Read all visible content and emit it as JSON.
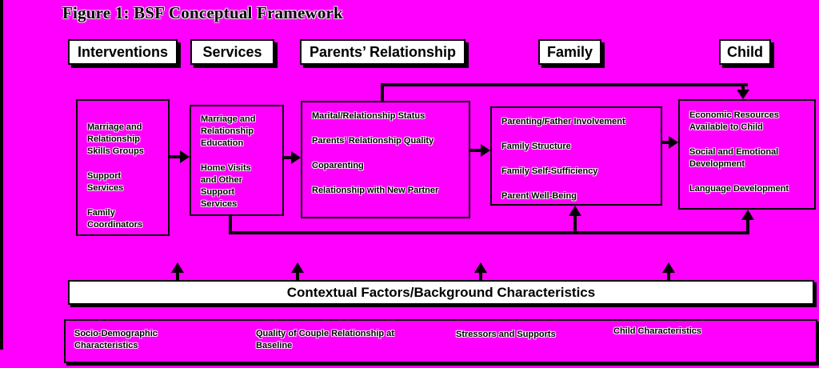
{
  "title": "Figure 1: BSF Conceptual Framework",
  "columns": [
    {
      "header": "Interventions",
      "items": [
        "Marriage and Relationship Skills Groups",
        "Support Services",
        "Family Coordinators"
      ]
    },
    {
      "header": "Services",
      "items": [
        "Marriage and Relationship Education",
        "Home Visits and Other Support Services"
      ]
    },
    {
      "header": "Parents’ Relationship",
      "items": [
        "Marital/Relationship Status",
        "Parents’ Relationship Quality",
        "Coparenting",
        "Relationship with New Partner"
      ]
    },
    {
      "header": "Family",
      "items": [
        "Parenting/Father Involvement",
        "Family Structure",
        "Family Self-Sufficiency",
        "Parent Well-Being"
      ]
    },
    {
      "header": "Child",
      "items": [
        "Economic Resources Available to Child",
        "Social and Emotional Development",
        "Language Development"
      ]
    }
  ],
  "contextual_bar": {
    "label": "Contextual Factors/Background Characteristics"
  },
  "contextual_factors": [
    "Socio-Demographic Characteristics",
    "Quality of Couple Relationship at Baseline",
    "Stressors and Supports",
    "Child Characteristics"
  ],
  "colors": {
    "background": "#FF00FF",
    "line": "#000000",
    "header_fill": "#FFFFFF",
    "box_fill": "#FF00FF",
    "text": "#000000"
  }
}
